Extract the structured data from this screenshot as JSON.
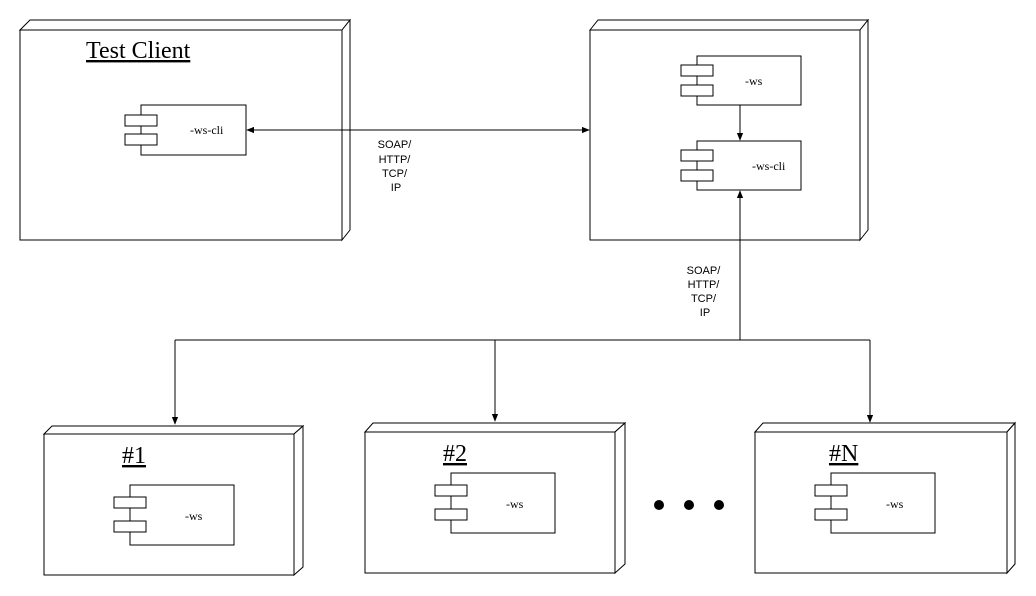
{
  "nodes": {
    "test_client": {
      "title": "Test Client",
      "component": "-ws-cli"
    },
    "server": {
      "component_top": "-ws",
      "component_bottom": "-ws-cli"
    },
    "node1": {
      "title": "#1",
      "component": "-ws"
    },
    "node2": {
      "title": "#2",
      "component": "-ws"
    },
    "nodeN": {
      "title": "#N",
      "component": "-ws"
    }
  },
  "connections": {
    "client_to_server": {
      "lines": [
        "SOAP/",
        "HTTP/",
        "TCP/",
        "IP"
      ]
    },
    "server_to_nodes": {
      "lines": [
        "SOAP/",
        "HTTP/",
        "TCP/",
        "IP"
      ]
    }
  },
  "ellipsis": {
    "dot_count": 3
  }
}
